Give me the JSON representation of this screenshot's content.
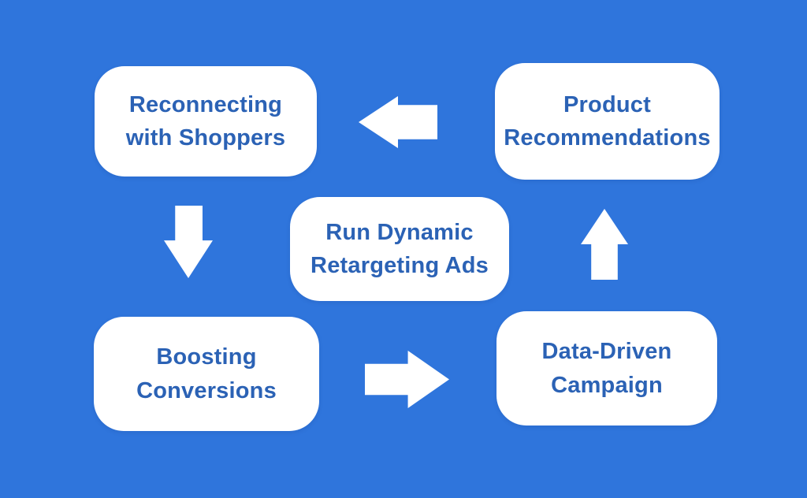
{
  "colors": {
    "background": "#2F75DC",
    "box_fill": "#FFFFFF",
    "text": "#2B62B5",
    "arrow": "#FFFFFF"
  },
  "nodes": {
    "reconnecting": {
      "label": "Reconnecting\nwith Shoppers"
    },
    "product": {
      "label": "Product\nRecommendations"
    },
    "center": {
      "label": "Run Dynamic\nRetargeting Ads"
    },
    "boosting": {
      "label": "Boosting\nConversions"
    },
    "data_driven": {
      "label": "Data-Driven\nCampaign"
    }
  },
  "arrows": [
    {
      "name": "left-arrow",
      "direction": "left",
      "from": "Product Recommendations",
      "to": "Reconnecting with Shoppers"
    },
    {
      "name": "down-arrow",
      "direction": "down",
      "from": "Reconnecting with Shoppers",
      "to": "Boosting Conversions"
    },
    {
      "name": "right-arrow",
      "direction": "right",
      "from": "Boosting Conversions",
      "to": "Data-Driven Campaign"
    },
    {
      "name": "up-arrow",
      "direction": "up",
      "from": "Data-Driven Campaign",
      "to": "Product Recommendations"
    }
  ]
}
